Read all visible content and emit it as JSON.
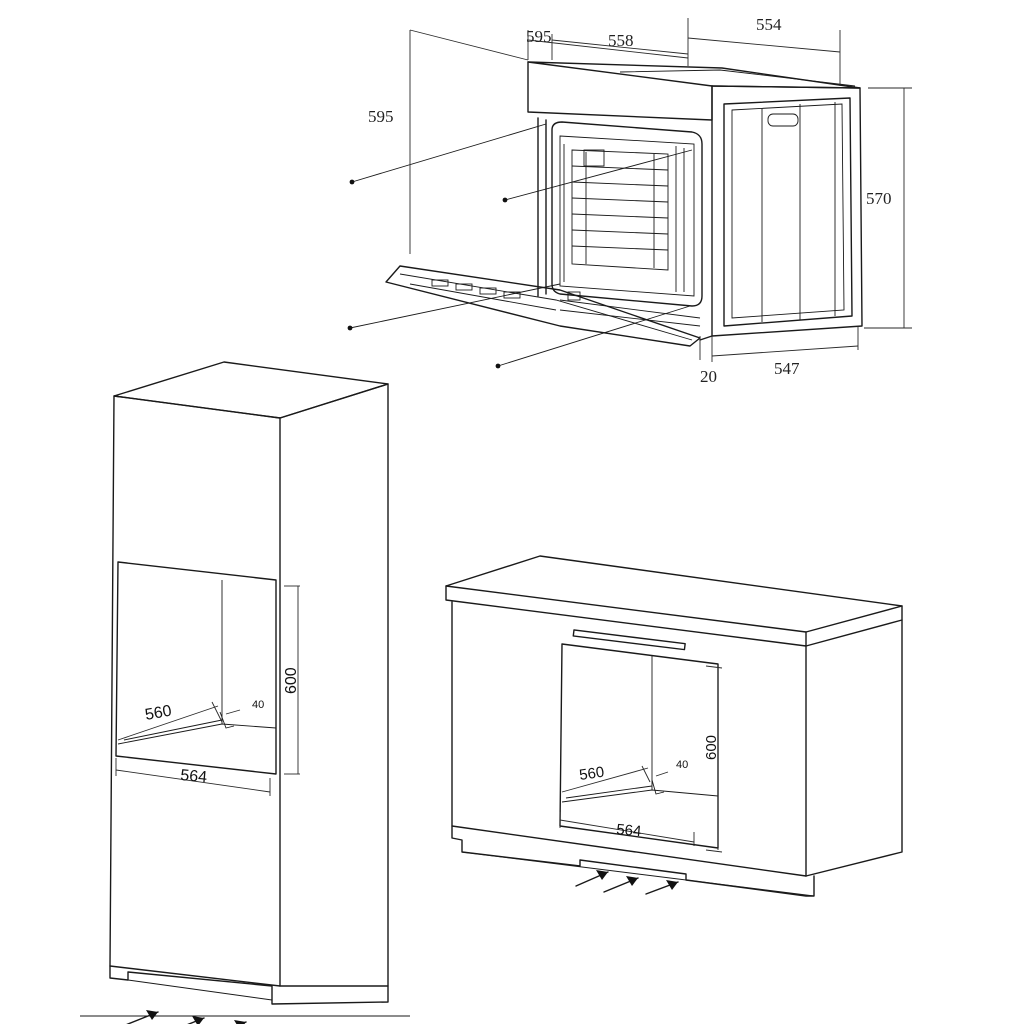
{
  "oven": {
    "dims": {
      "total_depth": "595",
      "front_width": "595",
      "body_width": "558",
      "body_depth": "554",
      "height": "570",
      "door_thickness": "20",
      "bottom_depth": "547"
    }
  },
  "tall_cabinet": {
    "niche_height": "600",
    "niche_depth": "560",
    "vent_gap": "40",
    "niche_width": "564"
  },
  "base_cabinet": {
    "niche_height": "600",
    "niche_depth": "560",
    "vent_gap": "40",
    "niche_width": "564"
  },
  "icons": {
    "airflow": "airflow-arrow-icon"
  }
}
